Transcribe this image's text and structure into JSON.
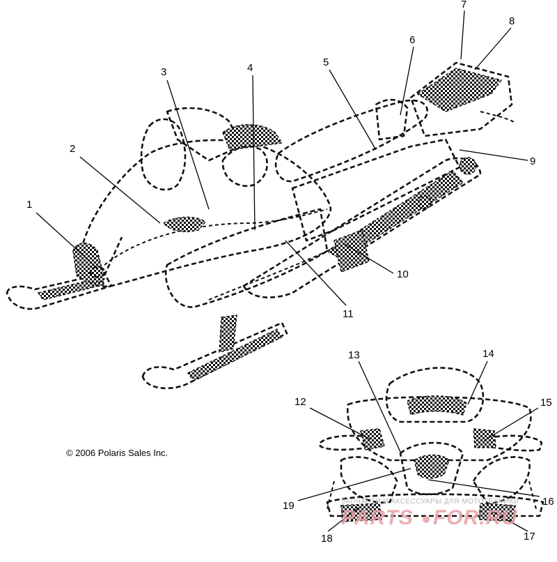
{
  "copyright": "© 2006 Polaris Sales Inc.",
  "watermark": {
    "tagline": "ЗАПЧАСТИ И АКСЕССУАРЫ ДЛЯ МОТОТЕХНИКИ",
    "brand_left": "PARTS",
    "brand_right": "FOR.RU",
    "brand_color": "#e9a0a6"
  },
  "callouts": [
    "1",
    "2",
    "3",
    "4",
    "5",
    "6",
    "7",
    "8",
    "9",
    "10",
    "11",
    "12",
    "13",
    "14",
    "15",
    "16",
    "17",
    "18",
    "19"
  ]
}
